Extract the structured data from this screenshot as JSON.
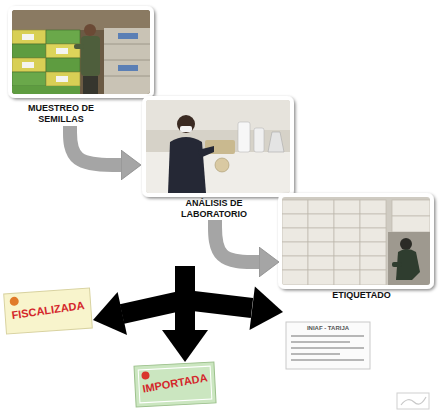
{
  "diagram": {
    "nodes": [
      {
        "text": [
          "MUESTREO DE SEMILLAS"
        ]
      },
      {
        "text": [
          "ANÁLISIS DE LABORATORIO"
        ]
      },
      {
        "text": [
          "ETIQUETADO"
        ]
      },
      {
        "text": [
          "FISCALIZADA"
        ]
      },
      {
        "text": [
          "INIAF - TARIJA"
        ]
      },
      {
        "text": [
          "IMPORTADA"
        ]
      }
    ],
    "edges": [
      {
        "from": 0,
        "to": 1,
        "arrow": "to"
      },
      {
        "from": 1,
        "to": 2,
        "arrow": "to"
      }
    ]
  }
}
